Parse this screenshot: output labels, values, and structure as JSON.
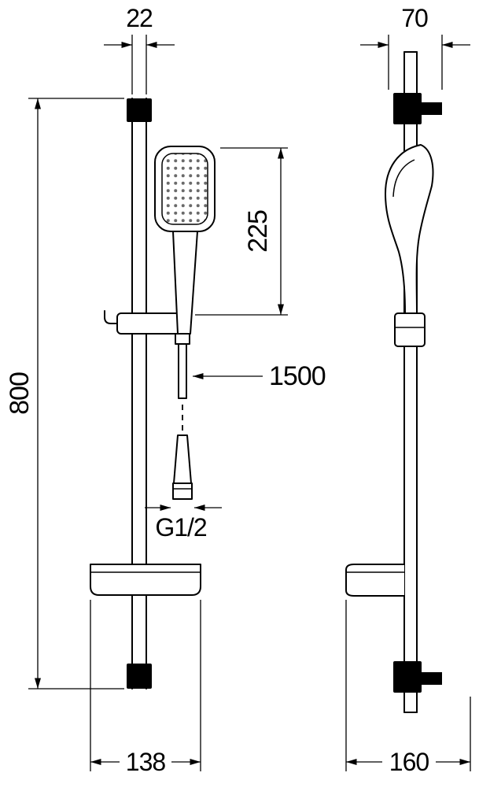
{
  "dimensions": {
    "rail_width": "22",
    "bracket_depth": "70",
    "handset_length": "225",
    "hose_length": "1500",
    "thread_size": "G1/2",
    "rail_height": "800",
    "base_width_front": "138",
    "base_depth_side": "160"
  },
  "colors": {
    "line": "#000000",
    "background": "#ffffff",
    "spray_dots": "#6a6a6a"
  }
}
